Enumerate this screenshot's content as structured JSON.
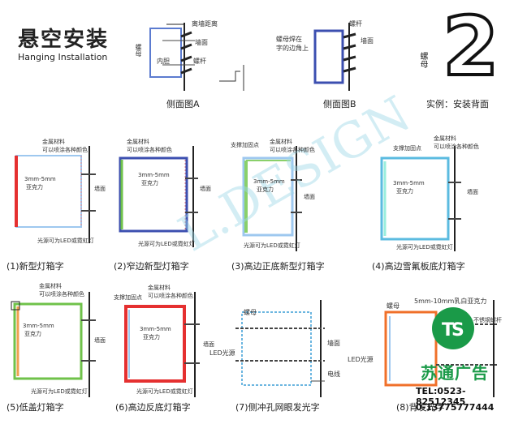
{
  "title": {
    "cn": "悬空安装",
    "en": "Hanging Installation"
  },
  "top_panels": {
    "a": {
      "labels": [
        "离墙距离",
        "螺母",
        "内胆",
        "墙面",
        "螺杆"
      ],
      "caption": "侧面图A"
    },
    "b": {
      "labels": [
        "螺杆",
        "螺母焊在",
        "字的边角上",
        "墙面"
      ],
      "caption": "侧面图B"
    },
    "c": {
      "labels": [
        "螺母"
      ],
      "caption": "实例：安装背面",
      "digit": "2"
    }
  },
  "panels": [
    {
      "id": "1",
      "caption": "(1)新型灯箱字",
      "labels": [
        "金属材料",
        "可以喷涂各种颜色",
        "3mm-5mm",
        "亚克力",
        "墙面",
        "光源可为LED或霓虹灯"
      ],
      "color": "#e53030"
    },
    {
      "id": "2",
      "caption": "(2)窄边新型灯箱字",
      "labels": [
        "金属材料",
        "可以喷涂各种颜色",
        "3mm-5mm",
        "亚克力",
        "墙面",
        "光源可为LED或霓虹灯"
      ],
      "color": "#3c4fb0"
    },
    {
      "id": "3",
      "caption": "(3)高边正底新型灯箱字",
      "labels": [
        "支撑加固点",
        "金属材料",
        "可以喷涂各种颜色",
        "3mm-5mm",
        "亚克力",
        "墙面",
        "光源可为LED或霓虹灯"
      ],
      "color": "#8ad06a"
    },
    {
      "id": "4",
      "caption": "(4)高边雪氟板底灯箱字",
      "labels": [
        "支撑加固点",
        "金属材料",
        "可以喷涂各种颜色",
        "3mm-5mm",
        "亚克力",
        "墙面",
        "光源可为LED或霓虹灯"
      ],
      "color": "#5bbbe0"
    },
    {
      "id": "5",
      "caption": "(5)低盖灯箱字",
      "labels": [
        "金属材料",
        "可以喷涂各种颜色",
        "3mm-5mm",
        "亚克力",
        "墙面",
        "光源可为LED或霓虹灯"
      ],
      "color": "#6fc24a"
    },
    {
      "id": "6",
      "caption": "(6)高边反底灯箱字",
      "labels": [
        "支撑加固点",
        "金属材料",
        "可以喷涂各种颜色",
        "3mm-5mm",
        "亚克力",
        "墙面",
        "光源可为LED或霓虹灯"
      ],
      "color": "#e53030"
    },
    {
      "id": "7",
      "caption": "(7)侧冲孔网眼发光字",
      "labels": [
        "螺母",
        "LED光源",
        "墙面",
        "电线"
      ],
      "color": "#6cb6e0"
    },
    {
      "id": "8",
      "caption": "(8)背发光字",
      "labels": [
        "螺母",
        "5mm-10mm乳白亚克力",
        "不锈钢螺杆",
        "LED光源"
      ],
      "color": "#f0702a"
    }
  ],
  "watermark": "L.DESIGN",
  "brand": {
    "name": "苏通广告",
    "tel": "TEL:0523-82512345",
    "mobile": "0-13775777444",
    "green": "#1a9a48"
  }
}
